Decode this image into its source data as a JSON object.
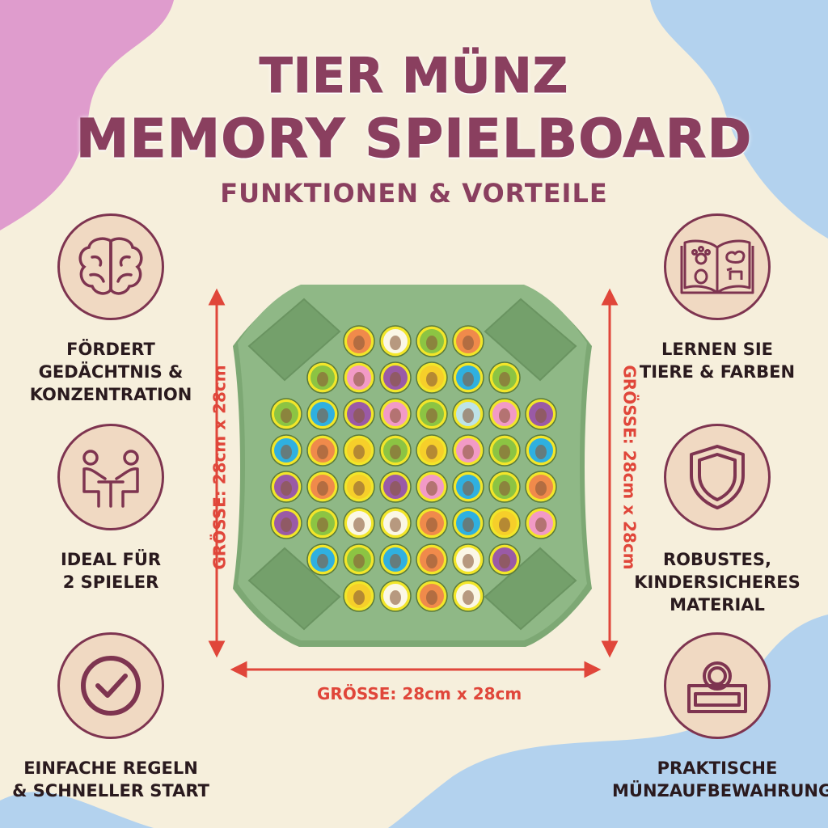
{
  "header": {
    "title_line1": "TIER MÜNZ",
    "title_line2": "MEMORY SPIELBOARD",
    "subtitle": "FUNKTIONEN & VORTEILE"
  },
  "features_left": [
    {
      "icon": "brain-icon",
      "label": "FÖRDERT\nGEDÄCHTNIS &\nKONZENTRATION"
    },
    {
      "icon": "two-players-icon",
      "label": "IDEAL FÜR\n2 SPIELER"
    },
    {
      "icon": "checkmark-icon",
      "label": "EINFACHE REGELN\n& SCHNELLER START"
    }
  ],
  "features_right": [
    {
      "icon": "animal-book-icon",
      "label": "LERNEN SIE\nTIERE & FARBEN"
    },
    {
      "icon": "shield-icon",
      "label": "ROBUSTES,\nKINDERSICHERES\nMATERIAL"
    },
    {
      "icon": "coin-storage-icon",
      "label": "PRAKTISCHE\nMÜNZAUFBEWAHRUNG"
    }
  ],
  "dimensions": {
    "left": "GRÖSSE: 28cm x 28cm",
    "right": "GRÖSSE: 28cm x 28cm",
    "bottom": "GRÖSSE: 28cm x 28cm"
  },
  "colors": {
    "title": "#8a3f5f",
    "board": "#8fb886",
    "arrow": "#e0463a",
    "blob_pink": "#df9ccd",
    "blob_blue": "#b3d2ee"
  },
  "board": {
    "coin_rows": [
      [
        "#f08a4b",
        "#fbf7e6",
        "#8cc443",
        "#f08a4b"
      ],
      [
        "#8cc443",
        "#f29ac6",
        "#9a5aa6",
        "#f6cf2a",
        "#2fb0e0",
        "#8cc443"
      ],
      [
        "#8cc443",
        "#2fb0e0",
        "#9a5aa6",
        "#f29ac6",
        "#8cc443",
        "#bde3e8",
        "#f29ac6",
        "#9a5aa6"
      ],
      [
        "#2fb0e0",
        "#f08a4b",
        "#f6cf2a",
        "#8cc443",
        "#f6cf2a",
        "#f29ac6",
        "#8cc443",
        "#2fb0e0"
      ],
      [
        "#9a5aa6",
        "#f08a4b",
        "#f6cf2a",
        "#9a5aa6",
        "#f29ac6",
        "#2fb0e0",
        "#8cc443",
        "#f08a4b"
      ],
      [
        "#9a5aa6",
        "#8cc443",
        "#fbf7e6",
        "#fbf7e6",
        "#f08a4b",
        "#2fb0e0",
        "#f6cf2a",
        "#f29ac6"
      ],
      [
        "#2fb0e0",
        "#8cc443",
        "#2fb0e0",
        "#f08a4b",
        "#fbf7e6",
        "#9a5aa6"
      ],
      [
        "#f6cf2a",
        "#fbf7e6",
        "#f08a4b",
        "#fbf7e6"
      ]
    ]
  }
}
